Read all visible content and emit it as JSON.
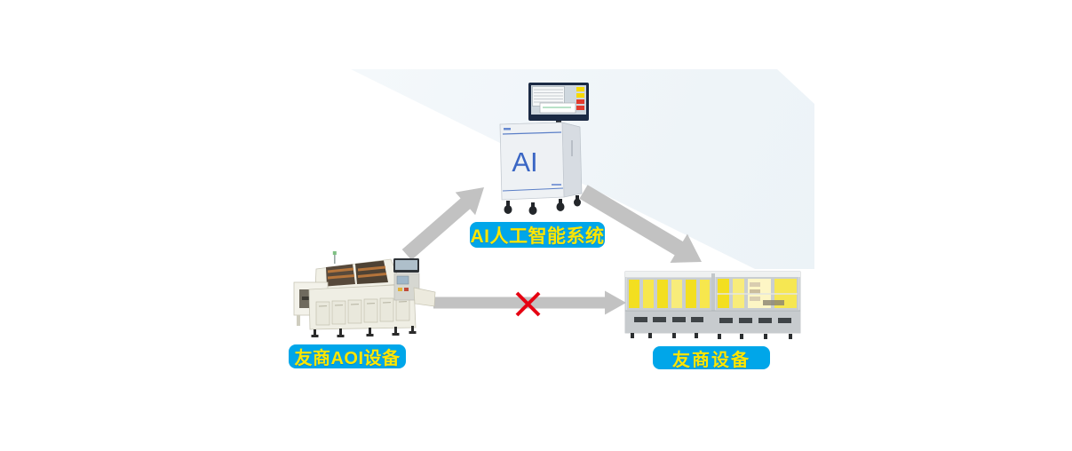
{
  "diagram": {
    "ai_system": {
      "label": "AI人工智能系统",
      "cabinet_text": "AI"
    },
    "aoi_device": {
      "label": "友商AOI设备"
    },
    "vendor_device": {
      "label": "友商设备"
    },
    "connections": [
      {
        "from": "aoi_device",
        "to": "ai_system",
        "status": "allowed"
      },
      {
        "from": "ai_system",
        "to": "vendor_device",
        "status": "allowed"
      },
      {
        "from": "aoi_device",
        "to": "vendor_device",
        "status": "blocked"
      }
    ],
    "colors": {
      "label_bg": "#00A6E9",
      "label_text": "#FFE600",
      "arrow": "#C2C2C2",
      "cross": "#E60012",
      "ai_letters": "#3A66C4"
    }
  }
}
